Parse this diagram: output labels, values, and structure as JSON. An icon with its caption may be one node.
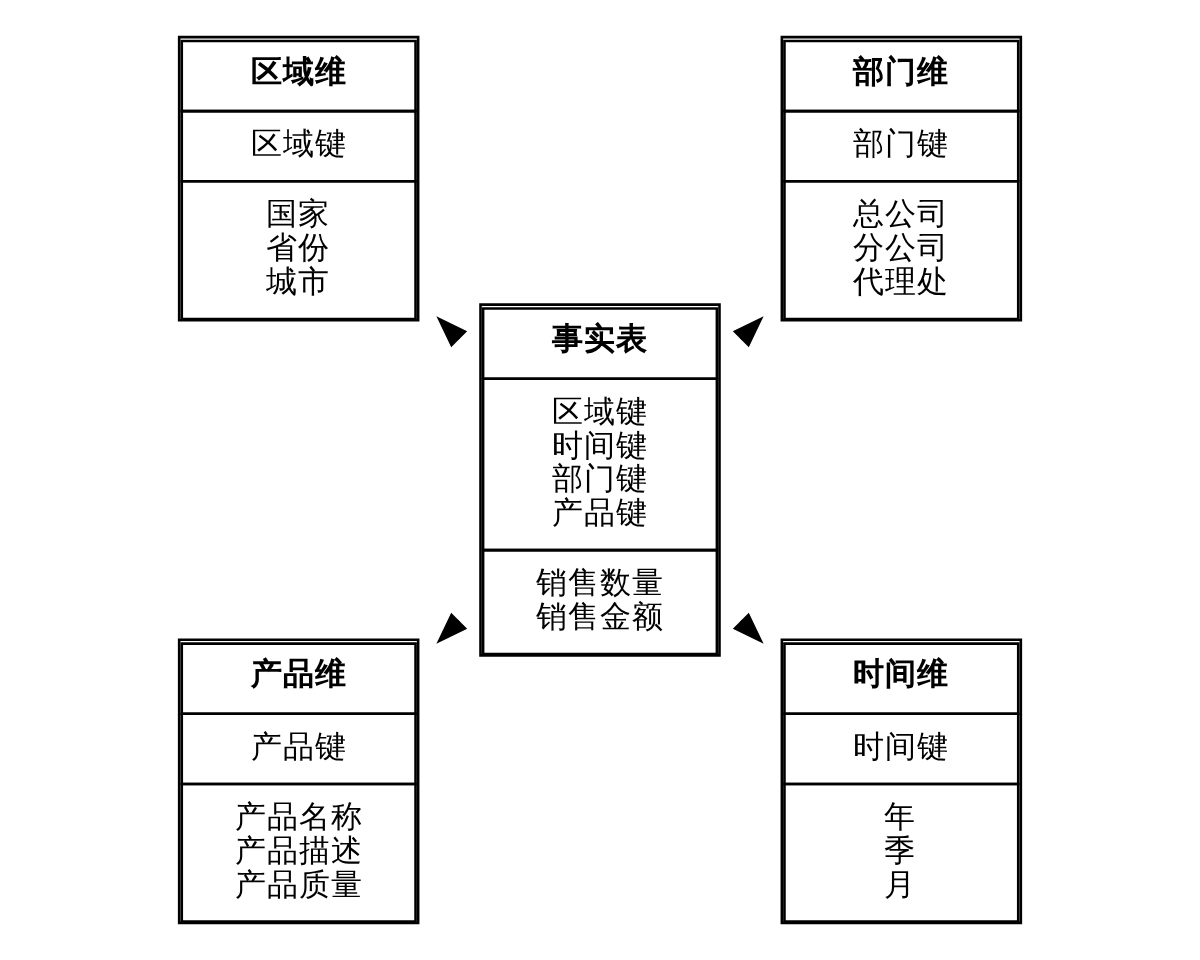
{
  "diagram": {
    "nodes": [
      {
        "text": [
          "部门维",
          "部门键",
          "总公司",
          "分公司",
          "代理处"
        ]
      },
      {
        "text": [
          "区域维",
          "区域键",
          "国家",
          "省份",
          "城市"
        ]
      },
      {
        "text": [
          "事实表",
          "区域键",
          "时间键",
          "部门键",
          "产品键",
          "销售数量",
          "销售金额"
        ]
      },
      {
        "text": [
          "产品维",
          "产品键",
          "产品名称",
          "产品描述",
          "产品质量"
        ]
      },
      {
        "text": [
          "时间维",
          "时间键",
          "年",
          "季",
          "月"
        ]
      }
    ],
    "edges": [
      {
        "from": 2,
        "to": 0,
        "arrow": "to"
      },
      {
        "from": 2,
        "to": 1,
        "arrow": "to"
      },
      {
        "from": 2,
        "to": 3,
        "arrow": "to"
      },
      {
        "from": 2,
        "to": 4,
        "arrow": "to"
      }
    ]
  }
}
